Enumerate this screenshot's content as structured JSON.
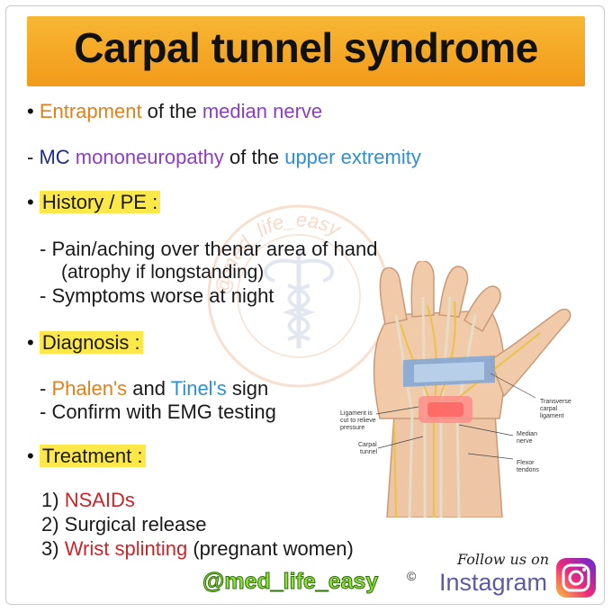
{
  "title": "Carpal tunnel syndrome",
  "lines": {
    "l1": {
      "bullet": "•",
      "w1": "Entrapment",
      "w2": " of the ",
      "w3": "median nerve"
    },
    "l2": {
      "w1": "- ",
      "w2": "MC",
      "w3": " ",
      "w4": "mononeuropathy",
      "w5": " of the ",
      "w6": "upper extremity"
    },
    "history": {
      "bullet": "•",
      "label": "History / PE :"
    },
    "h1": "- Pain/aching over thenar area of hand",
    "h2": "(atrophy if longstanding)",
    "h3": "- Symptoms worse at night",
    "diagnosis": {
      "bullet": "•",
      "label": "Diagnosis :"
    },
    "d1": {
      "w1": "- ",
      "w2": "Phalen's",
      "w3": " and ",
      "w4": "Tinel's",
      "w5": " sign"
    },
    "d2": "- Confirm with EMG testing",
    "treatment": {
      "bullet": "•",
      "label": "Treatment :"
    },
    "t1": {
      "w1": "1) ",
      "w2": "NSAIDs"
    },
    "t2": "2) Surgical release",
    "t3": {
      "w1": "3) ",
      "w2": "Wrist splinting",
      "w3": " (pregnant women)"
    }
  },
  "watermark_text": "@med_life_easy",
  "illustration": {
    "labels": {
      "transverse": [
        "Transverse",
        "carpal",
        "ligament"
      ],
      "ligament_cut": [
        "Ligament is",
        "cut to relieve",
        "pressure"
      ],
      "median": [
        "Median",
        "nerve"
      ],
      "carpal": [
        "Carpal",
        "tunnel"
      ],
      "flexor": [
        "Flexor",
        "tendons"
      ]
    }
  },
  "footer": {
    "handle": "@med_life_easy",
    "copyright": "©",
    "follow": "Follow us on",
    "instagram": "Instagram"
  },
  "colors": {
    "title_bg": "#f4a623",
    "highlight": "#fde84a",
    "orange": "#e0801f",
    "purple": "#8b3fc0",
    "blue": "#2f8fd0",
    "red": "#c9262a"
  },
  "icons": [
    "instagram-icon",
    "caduceus-watermark",
    "hand-anatomy-illustration"
  ]
}
